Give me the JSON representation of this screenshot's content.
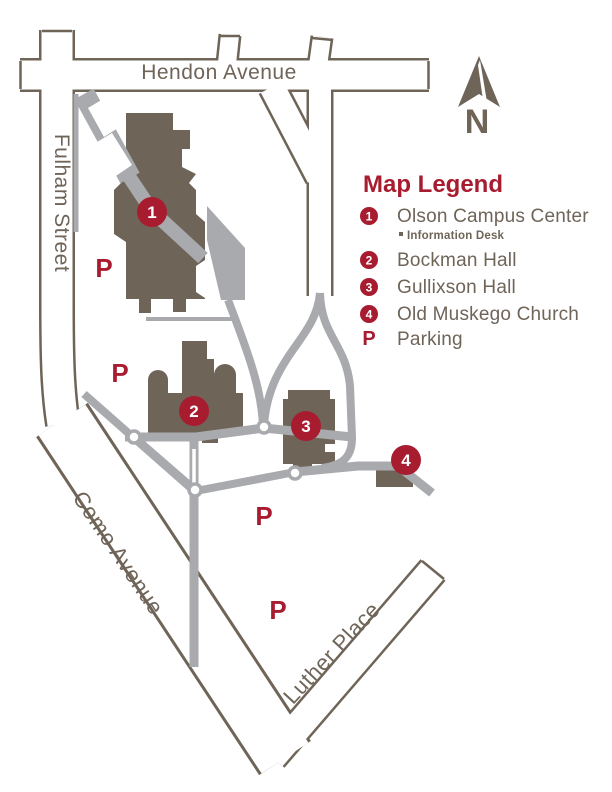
{
  "map": {
    "street_labels": {
      "hendon": "Hendon Avenue",
      "fulham": "Fulham Street",
      "como": "Como Avenue",
      "luther": "Luther Place"
    },
    "north_label": "N",
    "parking_label": "P",
    "markers": [
      "1",
      "2",
      "3",
      "4"
    ]
  },
  "legend": {
    "title": "Map Legend",
    "items": [
      {
        "marker": "1",
        "label": "Olson Campus Center",
        "sub": "Information Desk"
      },
      {
        "marker": "2",
        "label": "Bockman Hall"
      },
      {
        "marker": "3",
        "label": "Gullixson Hall"
      },
      {
        "marker": "4",
        "label": "Old Muskego Church"
      },
      {
        "marker": "P",
        "label": "Parking"
      }
    ]
  },
  "colors": {
    "crimson": "#A81C30",
    "taupe": "#6F6458",
    "path_gray": "#A8AAAD",
    "background": "#FFFFFF"
  }
}
